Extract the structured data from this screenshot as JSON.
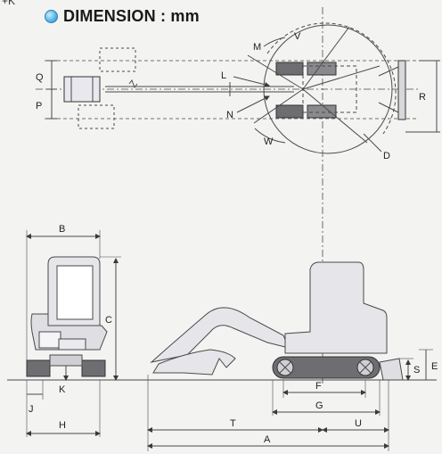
{
  "header": {
    "corner_mark": "+K",
    "title": "DIMENSION : mm"
  },
  "dimension_labels": [
    "Q",
    "P",
    "M",
    "V",
    "L",
    "N",
    "W",
    "D",
    "R",
    "B",
    "C",
    "K",
    "J",
    "H",
    "T",
    "A",
    "F",
    "G",
    "U",
    "S",
    "E"
  ],
  "colors": {
    "background": "#f3f3f2",
    "line": "#4a4a4a",
    "machine_fill": "#e6e6ea",
    "track": "#6e6e72",
    "accent": "#3a9ad6"
  }
}
